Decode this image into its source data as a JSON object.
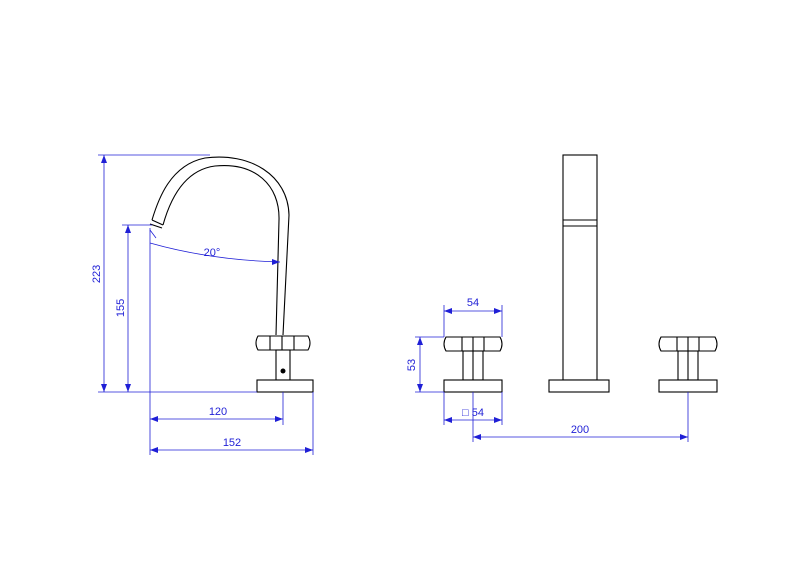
{
  "dimensions": {
    "total_height": "223",
    "spout_height": "155",
    "spout_angle": "20°",
    "spout_reach": "120",
    "total_depth": "152",
    "handle_width": "54",
    "handle_height": "53",
    "base_square": "□ 54",
    "handle_spacing": "200"
  },
  "colors": {
    "dimension": "#1f1fd6",
    "outline": "#000000"
  }
}
